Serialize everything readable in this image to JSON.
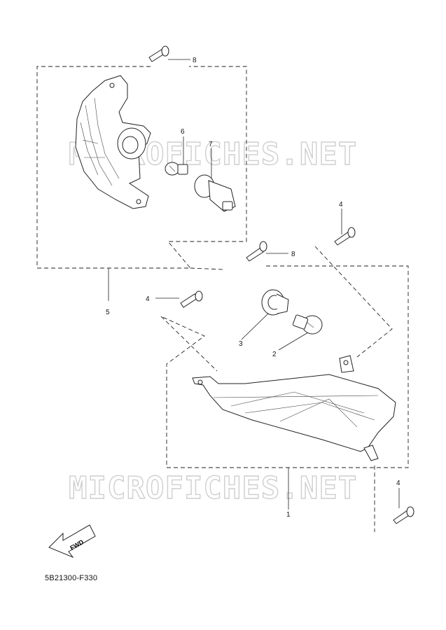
{
  "watermark": "MICROFICHES.NET",
  "callouts": {
    "c1": "1",
    "c2": "2",
    "c3": "3",
    "c4a": "4",
    "c4b": "4",
    "c4c": "4",
    "c5": "5",
    "c6": "6",
    "c7": "7",
    "c8a": "8",
    "c8b": "8"
  },
  "fwd_label": "FWD",
  "diagram_code": "5B21300-F330"
}
